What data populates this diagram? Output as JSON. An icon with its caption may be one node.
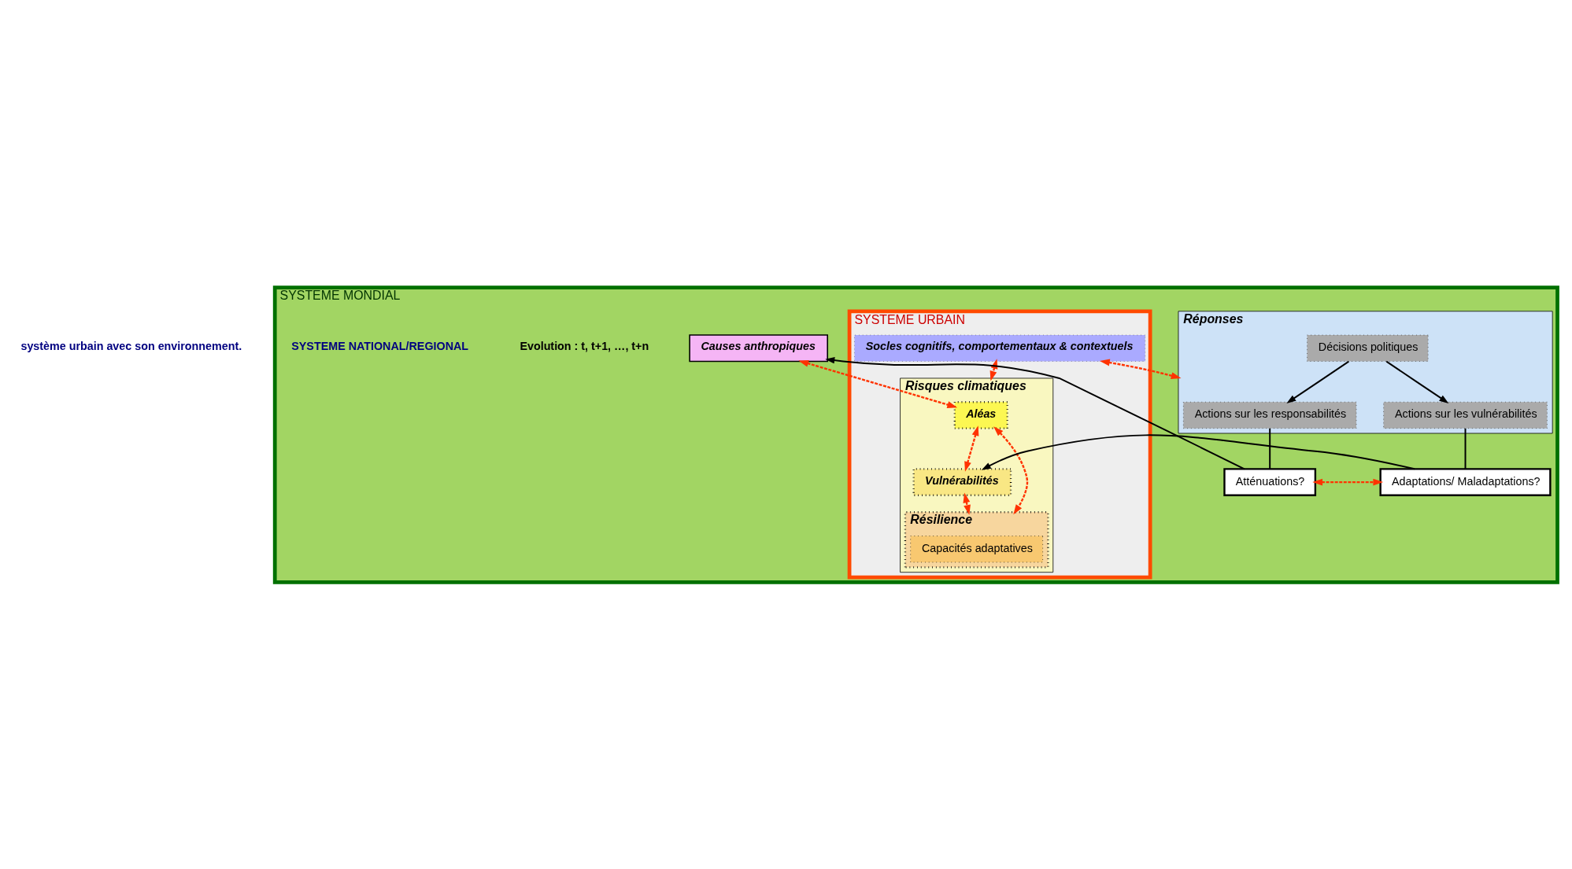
{
  "diagram": {
    "nodes": [
      {
        "text": [
          "SYSTEME MONDIAL"
        ]
      },
      {
        "text": [
          "SYSTEME URBAIN"
        ],
        "in": 0
      },
      {
        "text": [
          "Causes anthropiques"
        ],
        "in": 0
      },
      {
        "text": [
          "Risques climatiques"
        ],
        "in": 1
      },
      {
        "text": [
          "Aléas"
        ],
        "in": 3
      },
      {
        "text": [
          "Vulnérabilités"
        ],
        "in": 3
      },
      {
        "text": [
          "Résilience"
        ],
        "in": 3
      },
      {
        "text": [
          "Capacités adaptatives"
        ],
        "in": 6
      },
      {
        "text": [
          "Socles cognitifs, comportementaux & contextuels"
        ],
        "in": 1
      },
      {
        "text": [
          "Réponses"
        ],
        "in": 0
      },
      {
        "text": [
          "Actions sur les responsabilités"
        ],
        "in": 9
      },
      {
        "text": [
          "Décisions politiques"
        ],
        "in": 9
      },
      {
        "text": [
          "Actions sur les vulnérabilités"
        ],
        "in": 9
      },
      {
        "text": [
          "Atténuations?"
        ],
        "in": 0
      },
      {
        "text": [
          "Adaptations/ Maladaptations?"
        ],
        "in": 0
      }
    ],
    "edges": [
      {
        "from": 2,
        "to": 4,
        "arrow": "both",
        "style": "dashed"
      },
      {
        "from": 8,
        "to": 3,
        "arrow": "both",
        "style": "dashed"
      },
      {
        "from": 8,
        "to": 9,
        "arrow": "both",
        "style": "dashed"
      },
      {
        "from": 4,
        "to": 5,
        "arrow": "both",
        "style": "dashed"
      },
      {
        "from": 4,
        "to": 6,
        "arrow": "both",
        "style": "dashed"
      },
      {
        "from": 5,
        "to": 6,
        "arrow": "both",
        "style": "dashed"
      },
      {
        "from": 13,
        "to": 14,
        "arrow": "both",
        "style": "dashed"
      },
      {
        "from": 11,
        "to": 10,
        "arrow": "to",
        "color": "#000000"
      },
      {
        "from": 11,
        "to": 12,
        "arrow": "to",
        "color": "#000000"
      },
      {
        "from": 10,
        "to": 13,
        "arrow": "none",
        "color": "#000000"
      },
      {
        "from": 13,
        "to": 2,
        "arrow": "to",
        "color": "#000000"
      },
      {
        "from": 12,
        "to": 14,
        "arrow": "none",
        "color": "#000000"
      },
      {
        "from": 14,
        "to": 5,
        "arrow": "to",
        "color": "#000000"
      }
    ],
    "labels": [
      "système urbain avec son environnement.",
      "Evolution : t, t+1, …, t+n",
      "SYSTEME NATIONAL/REGIONAL"
    ]
  }
}
